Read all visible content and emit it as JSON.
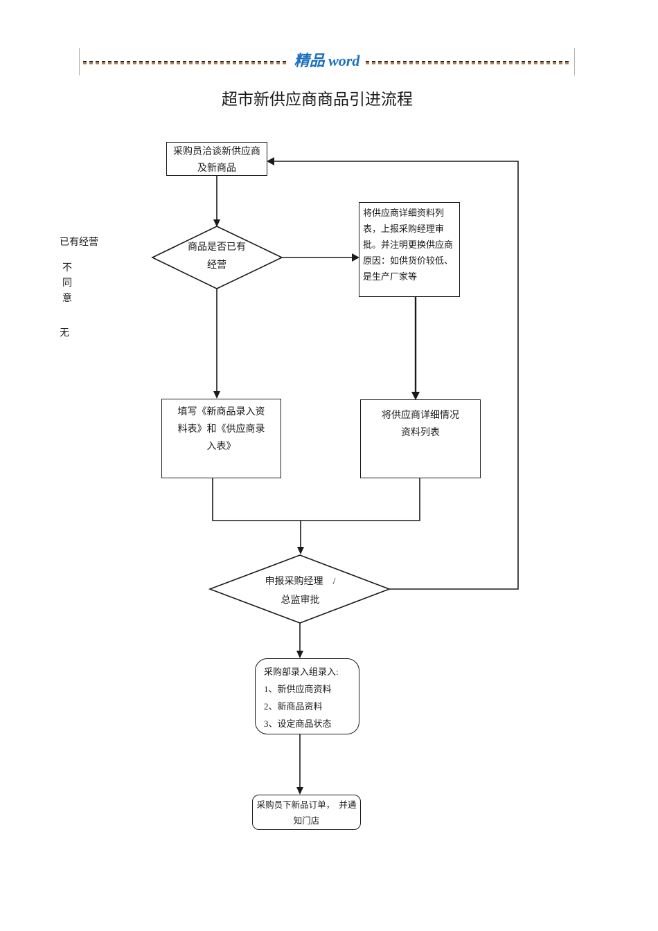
{
  "header": {
    "brand": "精品 word",
    "brand_color": "#1b6fbe",
    "dash_dark": "#26262e",
    "dash_orange": "#c9782e"
  },
  "title": "超市新供应商商品引进流程",
  "flowchart": {
    "start_box": "采购员洽谈新供应商\n及新商品",
    "decision_existing": "商品是否已有\n经营",
    "supplier_report_box": "将供应商详细资料列\n表，上报采购经理审\n批。并注明更换供应商\n原因：如供货价较低、\n是生产厂家等",
    "label_already_operating": "已有经营",
    "label_disagree": "不\n同\n意",
    "label_none": "无",
    "fill_form_box": "填写《新商品录入资\n料表》和《供应商录\n入表》",
    "supplier_detail_box": "将供应商详细情况\n资料列表",
    "decision_approval": "申报采购经理　/\n总监审批",
    "entry_box": "采购部录入组录入:\n1、新供应商资料\n2、新商品资料\n3、设定商品状态",
    "order_box": "采购员下新品订单，　并通\n知门店",
    "line_color": "#1a1a1a"
  }
}
